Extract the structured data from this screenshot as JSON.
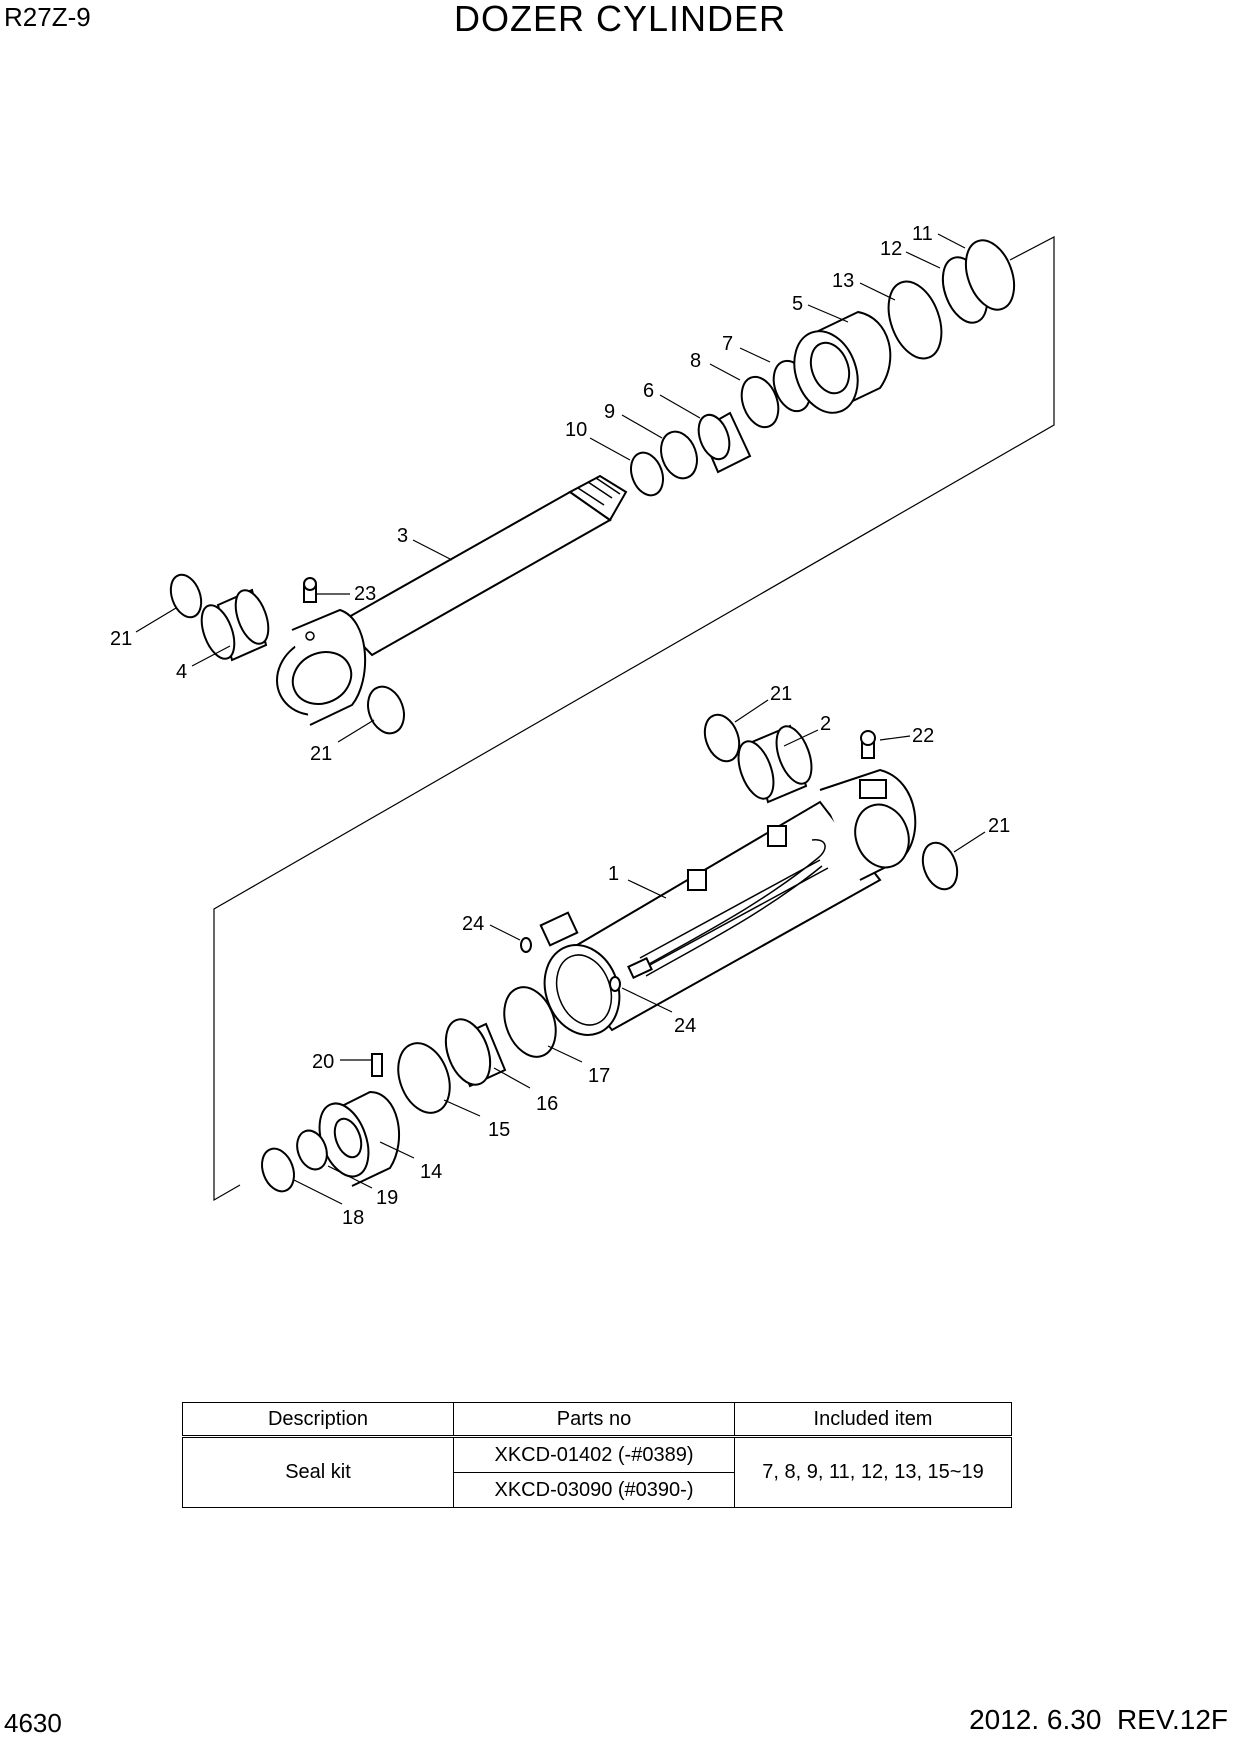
{
  "header": {
    "model": "R27Z-9",
    "title": "DOZER CYLINDER"
  },
  "footer": {
    "page_number": "4630",
    "revision": "2012. 6.30  REV.12F"
  },
  "diagram": {
    "labels": {
      "l1": "1",
      "l2": "2",
      "l3": "3",
      "l4": "4",
      "l5": "5",
      "l6": "6",
      "l7": "7",
      "l8": "8",
      "l9": "9",
      "l10": "10",
      "l11": "11",
      "l12": "12",
      "l13": "13",
      "l14": "14",
      "l15": "15",
      "l16": "16",
      "l17": "17",
      "l18": "18",
      "l19": "19",
      "l20": "20",
      "l21a": "21",
      "l21b": "21",
      "l21c": "21",
      "l21d": "21",
      "l22": "22",
      "l23": "23",
      "l24a": "24",
      "l24b": "24"
    }
  },
  "seal_kit_table": {
    "headers": {
      "description": "Description",
      "parts_no": "Parts no",
      "included_item": "Included item"
    },
    "description": "Seal kit",
    "parts": [
      "XKCD-01402 (-#0389)",
      "XKCD-03090 (#0390-)"
    ],
    "included_items": "7, 8, 9, 11, 12, 13, 15~19"
  }
}
